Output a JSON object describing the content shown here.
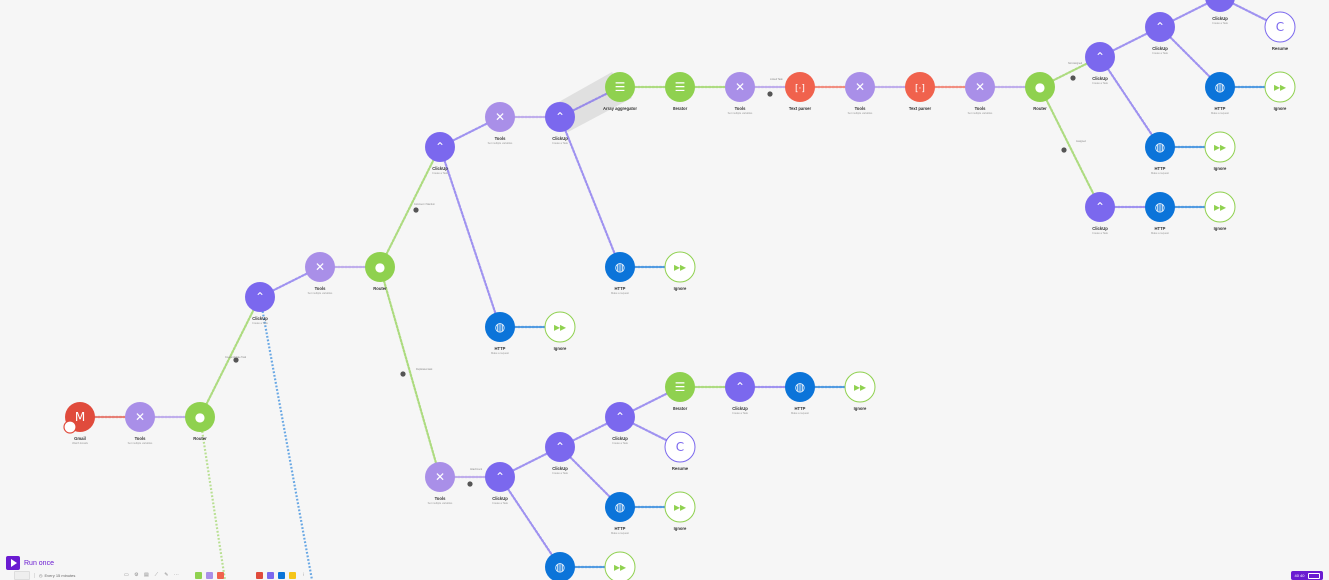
{
  "labels": {
    "gmail": "Gmail",
    "tools": "Tools",
    "router": "Router",
    "clickup": "ClickUp",
    "http": "HTTP",
    "ignore": "Ignore",
    "resume": "Resume",
    "iterator": "Iterator",
    "array_aggregator": "Array aggregator",
    "text_parser": "Text parser"
  },
  "subs": {
    "gmail": "Watch Emails",
    "tools": "Set multiple variables",
    "clickup": "Create a Task",
    "http": "Make a request"
  },
  "route_labels": {
    "r1": "Create/Update Task",
    "r2": "Comment / Mention",
    "r3": "Attachment",
    "r4": "Duplicated task",
    "r5": "Not Assigned",
    "r6": "Assigned",
    "r7": "Linked Task"
  },
  "footer": {
    "run_once": "Run once",
    "schedule": "Every 15 minutes",
    "zoom": "40 40"
  },
  "colors": {
    "clickup": "#7b68ee",
    "tools": "#a98fe8",
    "router": "#8fd14f",
    "gmail": "#e04b3c",
    "http": "#0b74d9",
    "ignore": "#8fd14f",
    "text_parser": "#f0624d",
    "accent": "#6a1bd1"
  }
}
